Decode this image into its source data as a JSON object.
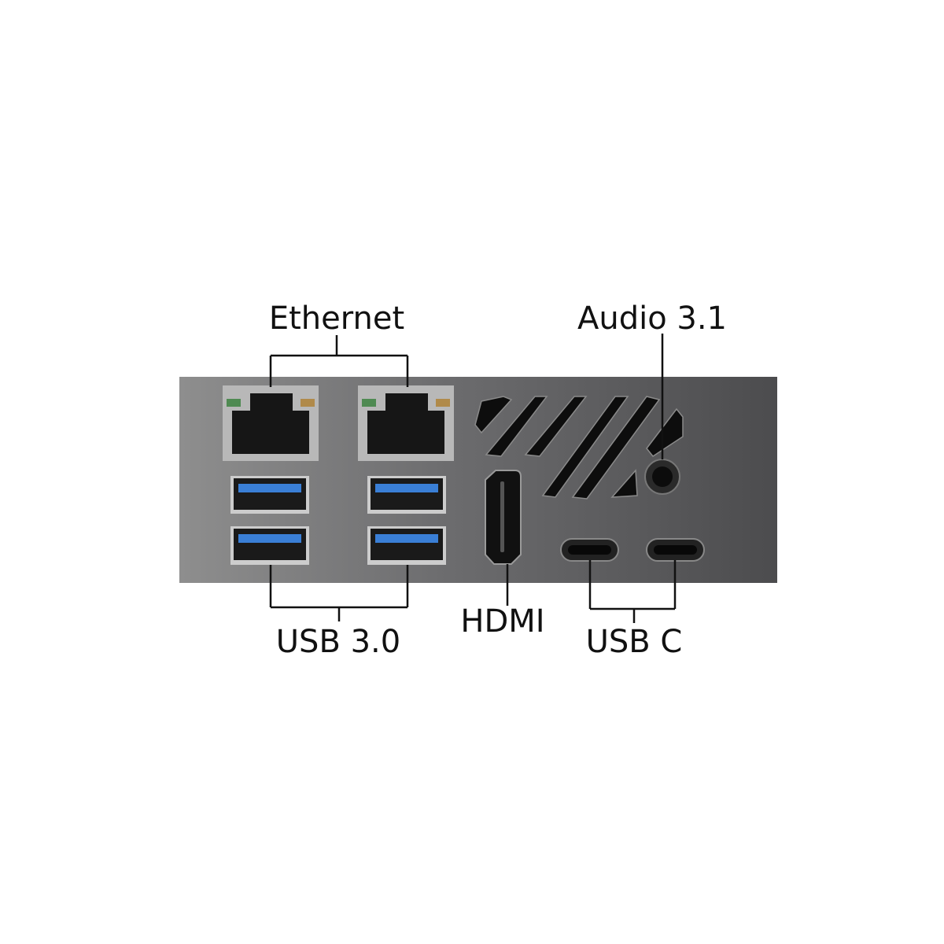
{
  "labels": {
    "ethernet": "Ethernet",
    "audio": "Audio 3.1",
    "usb3": "USB 3.0",
    "hdmi": "HDMI",
    "usbc": "USB C"
  },
  "colors": {
    "usb3_tongue": "#3a7fd6",
    "led_green": "#4f8a52",
    "led_amber": "#b08a4a",
    "panel_light": "#8c8c8c",
    "panel_dark": "#4a4a4c"
  }
}
